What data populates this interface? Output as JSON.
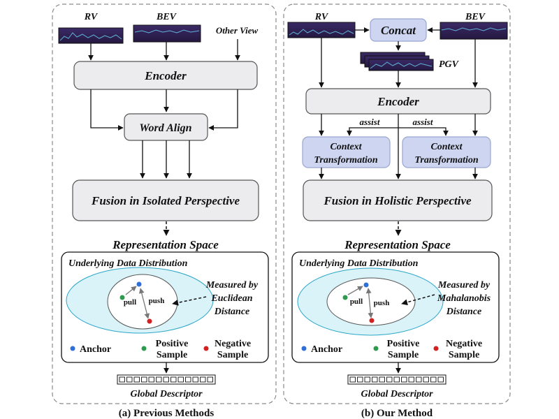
{
  "left": {
    "rv_label": "RV",
    "bev_label": "BEV",
    "other_view_label": "Other View",
    "encoder_label": "Encoder",
    "word_align_label": "Word Align",
    "fusion_label": "Fusion in Isolated Perspective",
    "representation_space_label": "Representation Space",
    "distribution_label": "Underlying Data Distribution",
    "pull_label": "pull",
    "push_label": "push",
    "measured_lines": [
      "Measured by",
      "Euclidean",
      "Distance"
    ],
    "anchor_label": "Anchor",
    "positive_lines": [
      "Positive",
      "Sample"
    ],
    "negative_lines": [
      "Negative",
      "Sample"
    ],
    "global_descriptor_label": "Global Descriptor",
    "caption": "(a) Previous Methods"
  },
  "right": {
    "rv_label": "RV",
    "bev_label": "BEV",
    "concat_label": "Concat",
    "pgv_label": "PGV",
    "encoder_label": "Encoder",
    "assist_label": "assist",
    "context_lines": [
      "Context",
      "Transformation"
    ],
    "fusion_label": "Fusion in Holistic Perspective",
    "representation_space_label": "Representation Space",
    "distribution_label": "Underlying Data Distribution",
    "pull_label": "pull",
    "push_label": "push",
    "measured_lines": [
      "Measured by",
      "Mahalanobis",
      "Distance"
    ],
    "anchor_label": "Anchor",
    "positive_lines": [
      "Positive",
      "Sample"
    ],
    "negative_lines": [
      "Negative",
      "Sample"
    ],
    "global_descriptor_label": "Global Descriptor",
    "caption": "(b) Our Method"
  },
  "colors": {
    "anchor": "#2f6fd6",
    "positive": "#2e9a4e",
    "negative": "#d42020",
    "outer_ellipse": "#d9f3f9",
    "context_box": "#cdd5f0",
    "view_image": "#2e1f4f"
  }
}
